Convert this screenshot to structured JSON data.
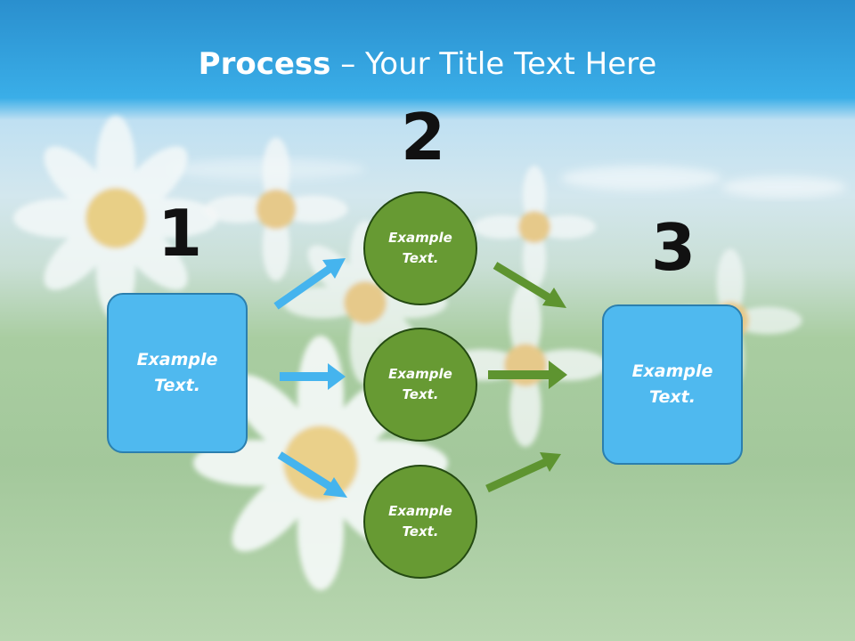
{
  "title": {
    "bold": "Process",
    "dash": " – ",
    "rest": "Your Title Text Here"
  },
  "steps": [
    {
      "number": "1",
      "text": "Example\nText."
    },
    {
      "number": "2",
      "items": [
        {
          "text": "Example\nText."
        },
        {
          "text": "Example\nText."
        },
        {
          "text": "Example\nText."
        }
      ]
    },
    {
      "number": "3",
      "text": "Example\nText."
    }
  ],
  "colors": {
    "box_fill": "#4fb9ef",
    "box_border": "#2b7fae",
    "circle_fill": "#679a33",
    "circle_border": "#244a12",
    "blue_arrow": "#45b4ee",
    "green_arrow": "#5e9430",
    "header_blue": "#2a8fce"
  }
}
